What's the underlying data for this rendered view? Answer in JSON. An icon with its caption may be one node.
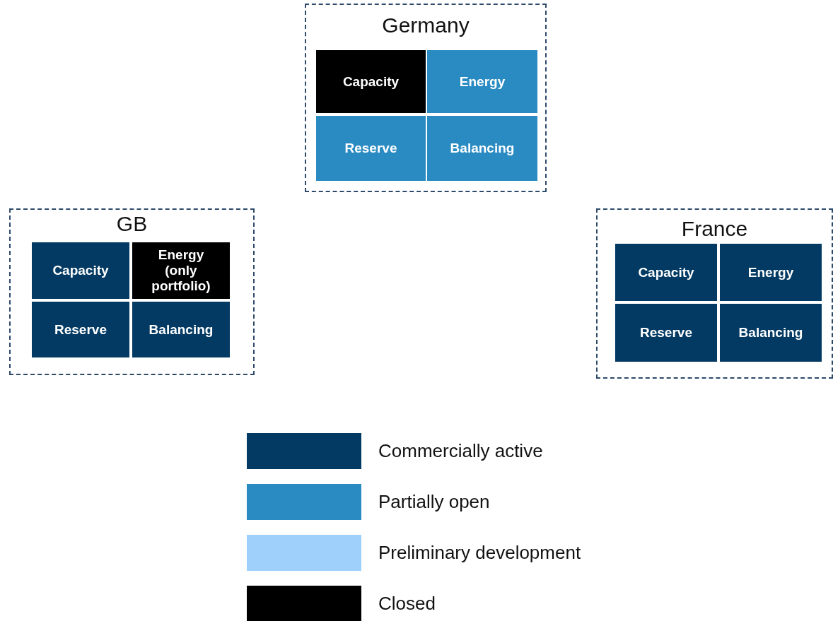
{
  "diagram": {
    "nodes": [
      {
        "text": [
          "Germany"
        ]
      },
      {
        "text": [
          "Capacity"
        ],
        "in": 0
      },
      {
        "text": [
          "Energy"
        ],
        "in": 0
      },
      {
        "text": [
          "Reserve"
        ],
        "in": 0
      },
      {
        "text": [
          "Balancing"
        ],
        "in": 0
      },
      {
        "text": [
          "GB"
        ]
      },
      {
        "text": [
          "Capacity"
        ],
        "in": 5
      },
      {
        "text": [
          "Energy (only portfolio)"
        ],
        "in": 5
      },
      {
        "text": [
          "Reserve"
        ],
        "in": 5
      },
      {
        "text": [
          "Balancing"
        ],
        "in": 5
      },
      {
        "text": [
          "France"
        ]
      },
      {
        "text": [
          "Capacity"
        ],
        "in": 10
      },
      {
        "text": [
          "Energy"
        ],
        "in": 10
      },
      {
        "text": [
          "Reserve"
        ],
        "in": 10
      },
      {
        "text": [
          "Balancing"
        ],
        "in": 10
      }
    ],
    "edges": [],
    "legend": [
      {
        "text": "Commercially active",
        "color": "#033a63"
      },
      {
        "text": "Partially open",
        "color": "#2a8bc2"
      },
      {
        "text": "Preliminary development",
        "color": "#9fd0fc"
      },
      {
        "text": "Closed",
        "color": "#000000"
      }
    ]
  }
}
